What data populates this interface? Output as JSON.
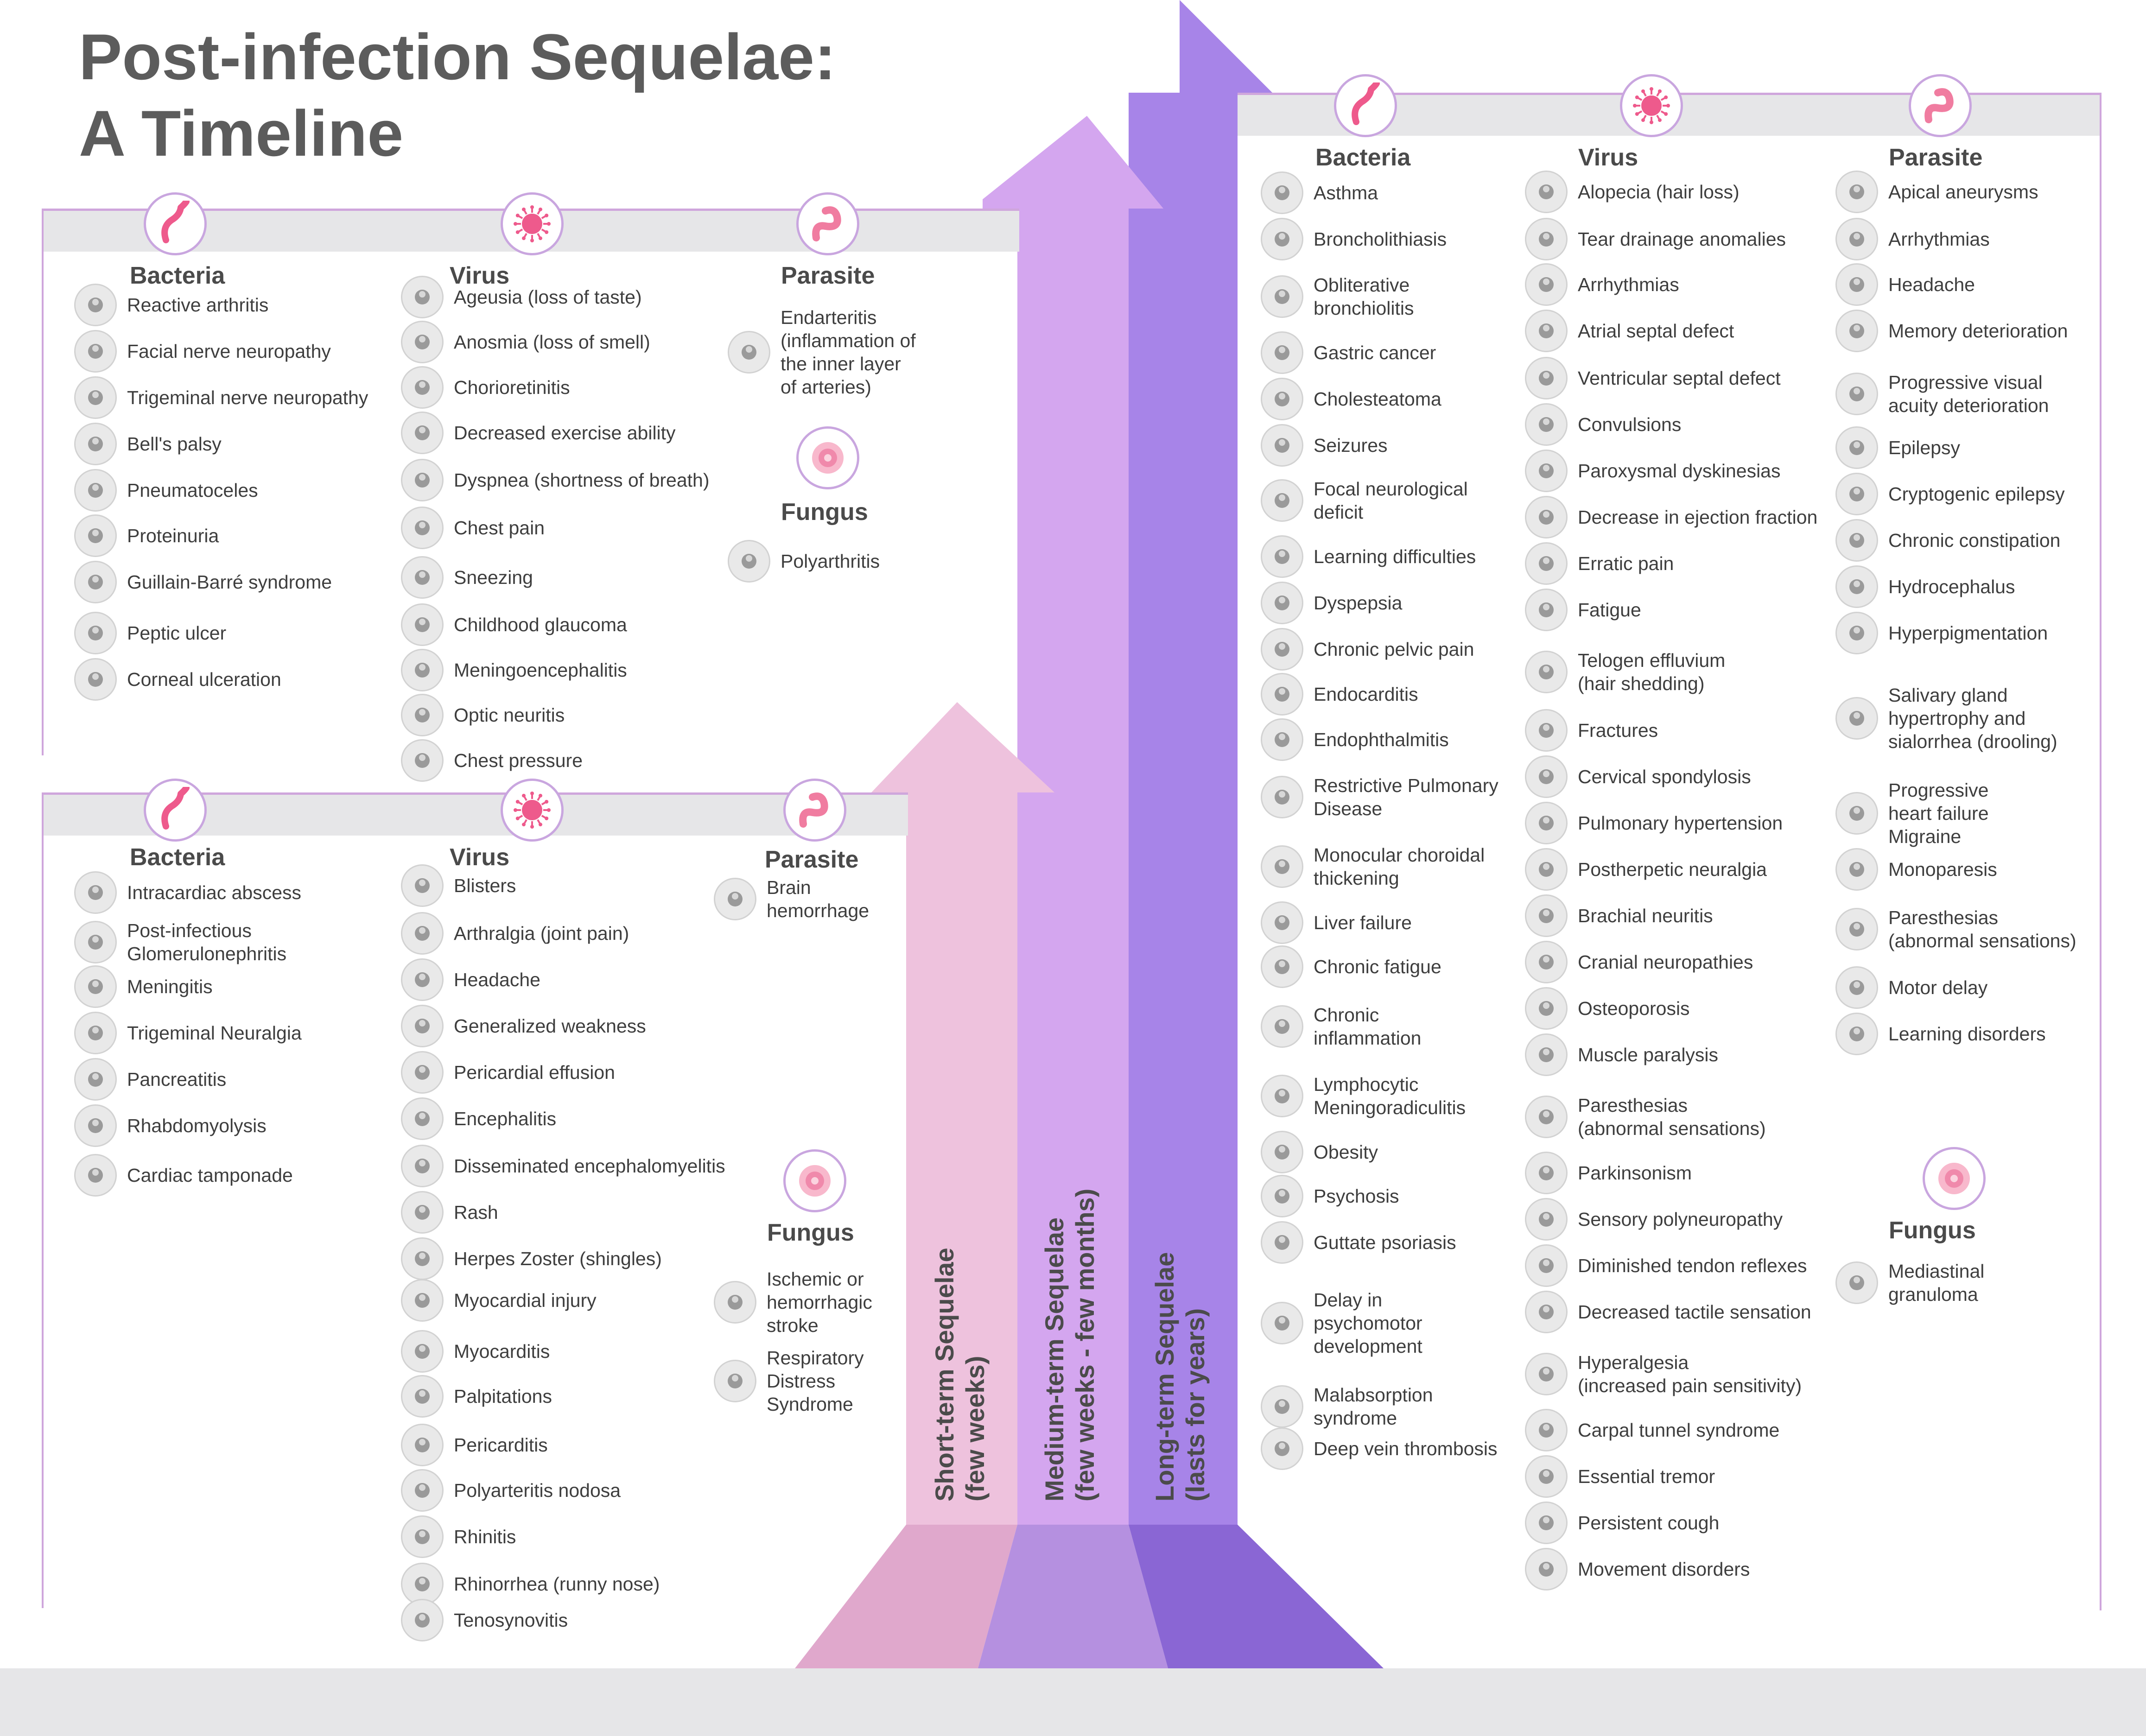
{
  "title": {
    "line1": "Post-infection Sequelae:",
    "line2": "A Timeline"
  },
  "colors": {
    "short_arrow": "#eec2dd",
    "medium_arrow": "#d4a6ef",
    "long_arrow": "#a784e8",
    "panel_border": "#cfa6dc",
    "panel_bar": "#e6e6e8",
    "icon_pink": "#ee5a8c"
  },
  "stages": {
    "short": {
      "line1": "Short-term Sequelae",
      "line2": "(few weeks)"
    },
    "medium": {
      "line1": "Medium-term Sequelae",
      "line2": "(few weeks - few months)"
    },
    "long": {
      "line1": "Long-term Sequelae",
      "line2": "(lasts for years)"
    }
  },
  "short_panel": {
    "bacteria": {
      "title": "Bacteria",
      "items": [
        "Intracardiac abscess",
        "Post-infectious\nGlomerulonephritis",
        "Meningitis",
        "Trigeminal Neuralgia",
        "Pancreatitis",
        "Rhabdomyolysis",
        "Cardiac tamponade"
      ]
    },
    "virus": {
      "title": "Virus",
      "items": [
        "Blisters",
        "Arthralgia (joint pain)",
        "Headache",
        "Generalized weakness",
        "Pericardial effusion",
        "Encephalitis",
        "Disseminated encephalomyelitis",
        "Rash",
        "Herpes Zoster (shingles)",
        "Myocardial injury",
        "Myocarditis",
        "Palpitations",
        "Pericarditis",
        "Polyarteritis nodosa",
        "Rhinitis",
        "Rhinorrhea (runny nose)",
        "Tenosynovitis"
      ]
    },
    "parasite": {
      "title": "Parasite",
      "items": [
        "Brain\nhemorrhage"
      ]
    },
    "fungus": {
      "title": "Fungus",
      "items": [
        "Ischemic or\nhemorrhagic\nstroke",
        "Respiratory\nDistress\nSyndrome"
      ]
    }
  },
  "medium_panel": {
    "bacteria": {
      "title": "Bacteria",
      "items": [
        "Reactive arthritis",
        "Facial nerve neuropathy",
        "Trigeminal nerve neuropathy",
        "Bell's palsy",
        "Pneumatoceles",
        "Proteinuria",
        "Guillain-Barré syndrome",
        "Peptic ulcer",
        "Corneal ulceration"
      ]
    },
    "virus": {
      "title": "Virus",
      "items": [
        "Ageusia (loss of taste)",
        "Anosmia (loss of smell)",
        "Chorioretinitis",
        "Decreased exercise ability",
        "Dyspnea (shortness of breath)",
        "Chest pain",
        "Sneezing",
        "Childhood glaucoma",
        "Meningoencephalitis",
        "Optic neuritis",
        "Chest pressure"
      ]
    },
    "parasite": {
      "title": "Parasite",
      "items": [
        "Endarteritis\n(inflammation of\nthe inner layer\nof arteries)"
      ]
    },
    "fungus": {
      "title": "Fungus",
      "items": [
        "Polyarthritis"
      ]
    }
  },
  "long_panel": {
    "bacteria": {
      "title": "Bacteria",
      "items": [
        "Asthma",
        "Broncholithiasis",
        "Obliterative\nbronchiolitis",
        "Gastric cancer",
        "Cholesteatoma",
        "Seizures",
        "Focal neurological\ndeficit",
        "Learning difficulties",
        "Dyspepsia",
        "Chronic pelvic pain",
        "Endocarditis",
        "Endophthalmitis",
        "Restrictive Pulmonary\nDisease",
        "Monocular choroidal\nthickening",
        "Liver failure",
        "Chronic fatigue",
        "Chronic\ninflammation",
        "Lymphocytic\nMeningoradiculitis",
        "Obesity",
        "Psychosis",
        "Guttate psoriasis",
        "Delay in\npsychomotor\ndevelopment",
        "Malabsorption\nsyndrome",
        "Deep vein thrombosis"
      ]
    },
    "virus": {
      "title": "Virus",
      "items": [
        "Alopecia (hair loss)",
        "Tear drainage anomalies",
        "Arrhythmias",
        "Atrial septal defect",
        "Ventricular septal defect",
        "Convulsions",
        "Paroxysmal dyskinesias",
        "Decrease in ejection fraction",
        "Erratic pain",
        "Fatigue",
        "Telogen effluvium\n(hair shedding)",
        "Fractures",
        "Cervical spondylosis",
        "Pulmonary hypertension",
        "Postherpetic neuralgia",
        "Brachial neuritis",
        "Cranial neuropathies",
        "Osteoporosis",
        "Muscle paralysis",
        "Paresthesias\n(abnormal sensations)",
        "Parkinsonism",
        "Sensory polyneuropathy",
        "Diminished tendon reflexes",
        "Decreased tactile sensation",
        "Hyperalgesia\n(increased pain sensitivity)",
        "Carpal tunnel syndrome",
        "Essential tremor",
        "Persistent cough",
        "Movement disorders"
      ]
    },
    "parasite": {
      "title": "Parasite",
      "items": [
        "Apical aneurysms",
        "Arrhythmias",
        "Headache",
        "Memory deterioration",
        "Progressive visual\nacuity deterioration",
        "Epilepsy",
        "Cryptogenic epilepsy",
        "Chronic constipation",
        "Hydrocephalus",
        "Hyperpigmentation",
        "Salivary gland\nhypertrophy and\nsialorrhea (drooling)",
        "Progressive\nheart failure\nMigraine",
        "Monoparesis",
        "Paresthesias\n(abnormal sensations)",
        "Motor delay",
        "Learning disorders"
      ]
    },
    "fungus": {
      "title": "Fungus",
      "items": [
        "Mediastinal\ngranuloma"
      ]
    }
  }
}
